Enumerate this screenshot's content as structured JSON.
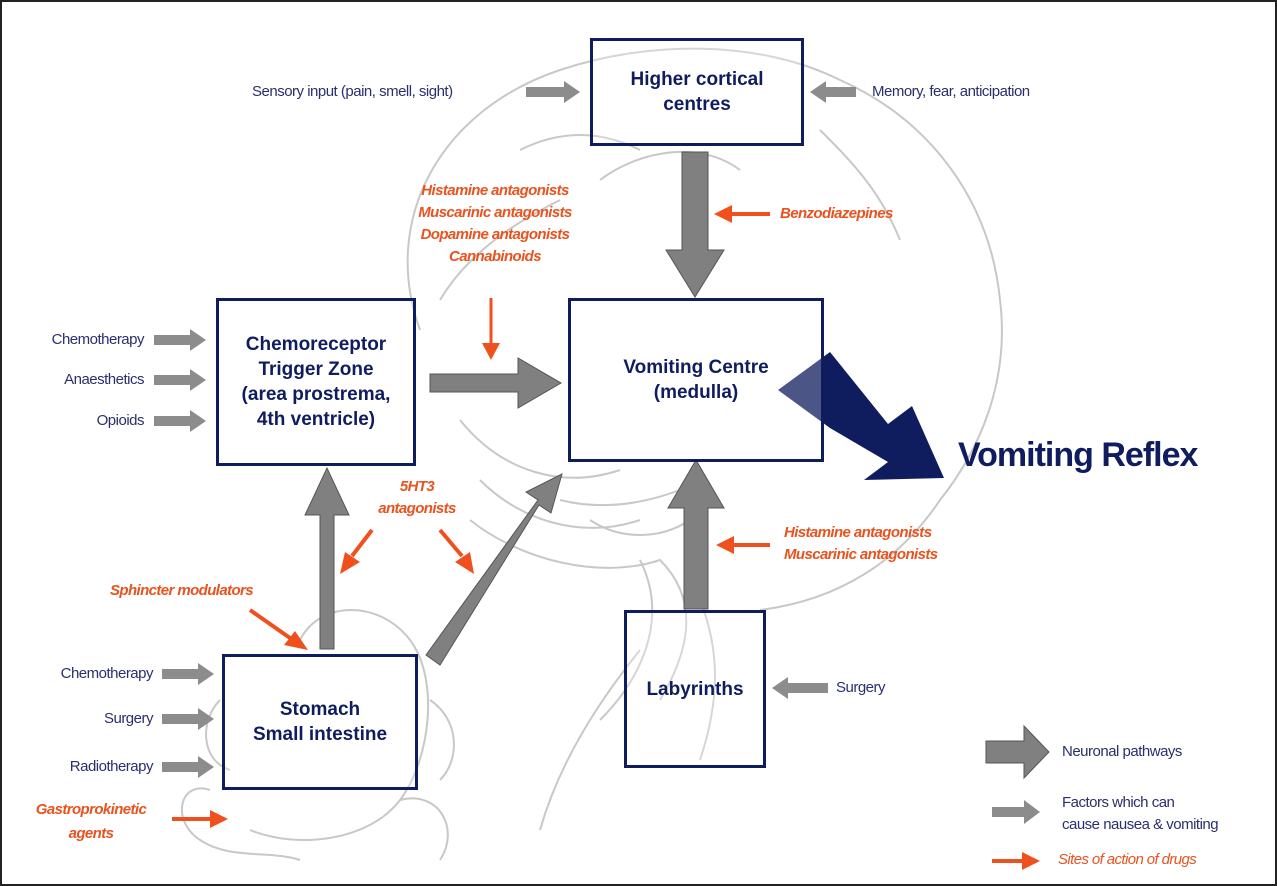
{
  "boxes": {
    "higher_cortical": [
      "Higher cortical",
      "centres"
    ],
    "ctz": [
      "Chemoreceptor",
      "Trigger Zone",
      "(area prostrema,",
      "4th ventricle)"
    ],
    "vomiting_centre": [
      "Vomiting Centre",
      "(medulla)"
    ],
    "stomach": [
      "Stomach",
      "Small intestine"
    ],
    "labyrinths": [
      "Labyrinths"
    ]
  },
  "output": "Vomiting Reflex",
  "factors": {
    "sensory_input": "Sensory input (pain, smell, sight)",
    "memory": "Memory, fear, anticipation",
    "ctz_chemotherapy": "Chemotherapy",
    "ctz_anaesthetics": "Anaesthetics",
    "ctz_opioids": "Opioids",
    "stomach_chemotherapy": "Chemotherapy",
    "stomach_surgery": "Surgery",
    "stomach_radiotherapy": "Radiotherapy",
    "labyrinth_surgery": "Surgery"
  },
  "drugs": {
    "ctz_to_vc": [
      "Histamine antagonists",
      "Muscarinic antagonists",
      "Dopamine antagonists",
      "Cannabinoids"
    ],
    "benzodiazepines": "Benzodiazepines",
    "ht3": [
      "5HT3",
      "antagonists"
    ],
    "sphincter": "Sphincter modulators",
    "labyrinth_drugs": [
      "Histamine antagonists",
      "Muscarinic antagonists"
    ],
    "gastroprokinetic": [
      "Gastroprokinetic",
      "agents"
    ]
  },
  "legend": {
    "neuronal": "Neuronal pathways",
    "factors": [
      "Factors which can",
      "cause nausea & vomiting"
    ],
    "sites": "Sites of action of drugs"
  },
  "colors": {
    "box_border": "#0f1d5e",
    "neuronal_arrow": "#808080",
    "factor_arrow": "#8c8c8c",
    "drug_arrow": "#f0501e",
    "reflex_arrow": "#0f1d5e"
  }
}
